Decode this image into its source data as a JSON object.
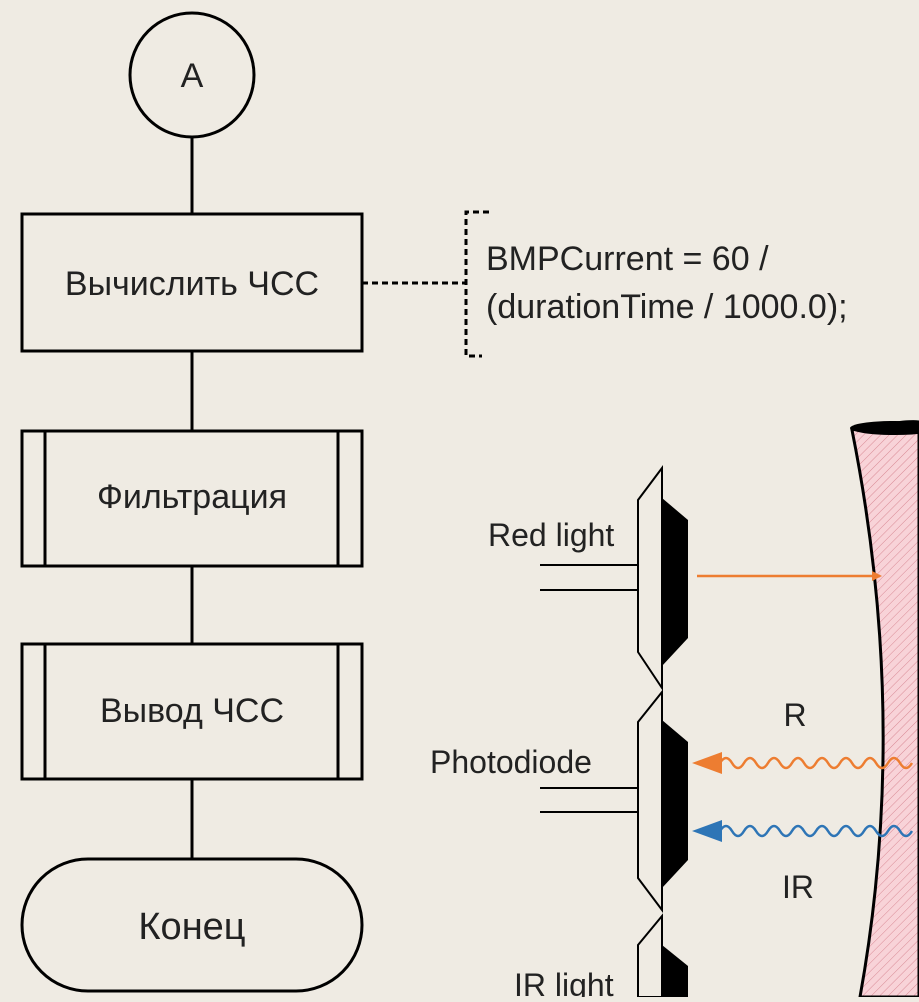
{
  "flowchart": {
    "connector_label": "A",
    "process_label": "Вычислить ЧСС",
    "filter_label": "Фильтрация",
    "output_label": "Вывод ЧСС",
    "end_label": "Конец"
  },
  "annotation": {
    "line1": "BMPCurrent = 60 /",
    "line2": "(durationTime / 1000.0);"
  },
  "sensor": {
    "red_light_label": "Red light",
    "photodiode_label": "Photodiode",
    "ir_light_label": "IR light",
    "r_label": "R",
    "ir_label": "IR"
  },
  "colors": {
    "background": "#efebe3",
    "red_beam": "#ed7d31",
    "ir_beam": "#2e75b6",
    "tissue": "#f6c9cf"
  }
}
